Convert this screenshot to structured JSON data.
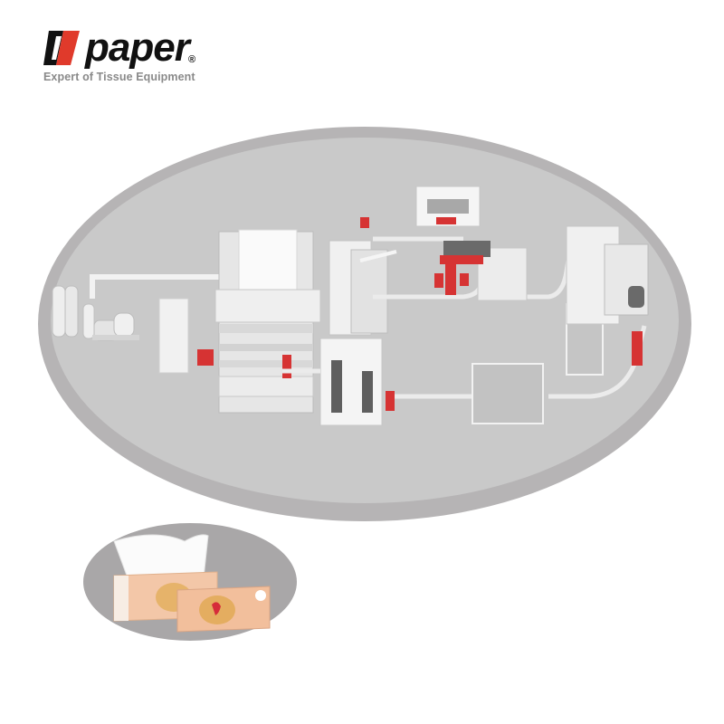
{
  "brand": {
    "mark": "1",
    "name": "paper",
    "registered": "®",
    "tagline": "Expert of Tissue Equipment",
    "colors": {
      "mark_red": "#e03a2b",
      "mark_black": "#111111",
      "tagline_gray": "#8a8a8a"
    }
  },
  "main_image": {
    "subject": "Tissue production line render",
    "stations": [
      "dust-collector",
      "control-cabinet",
      "facial-tissue-folding-machine",
      "log-saw-cutter",
      "single-packing-machine",
      "accumulator",
      "bundling-machine",
      "case-packer",
      "case-sealer"
    ],
    "plate_color": "#b6b4b5",
    "floor_color": "#c9c9c9",
    "accent_red": "#d63333"
  },
  "product_image": {
    "subject": "Facial tissue soft packs",
    "plate_color": "#a9a7a8",
    "pack_color": "#f3c7a8"
  }
}
